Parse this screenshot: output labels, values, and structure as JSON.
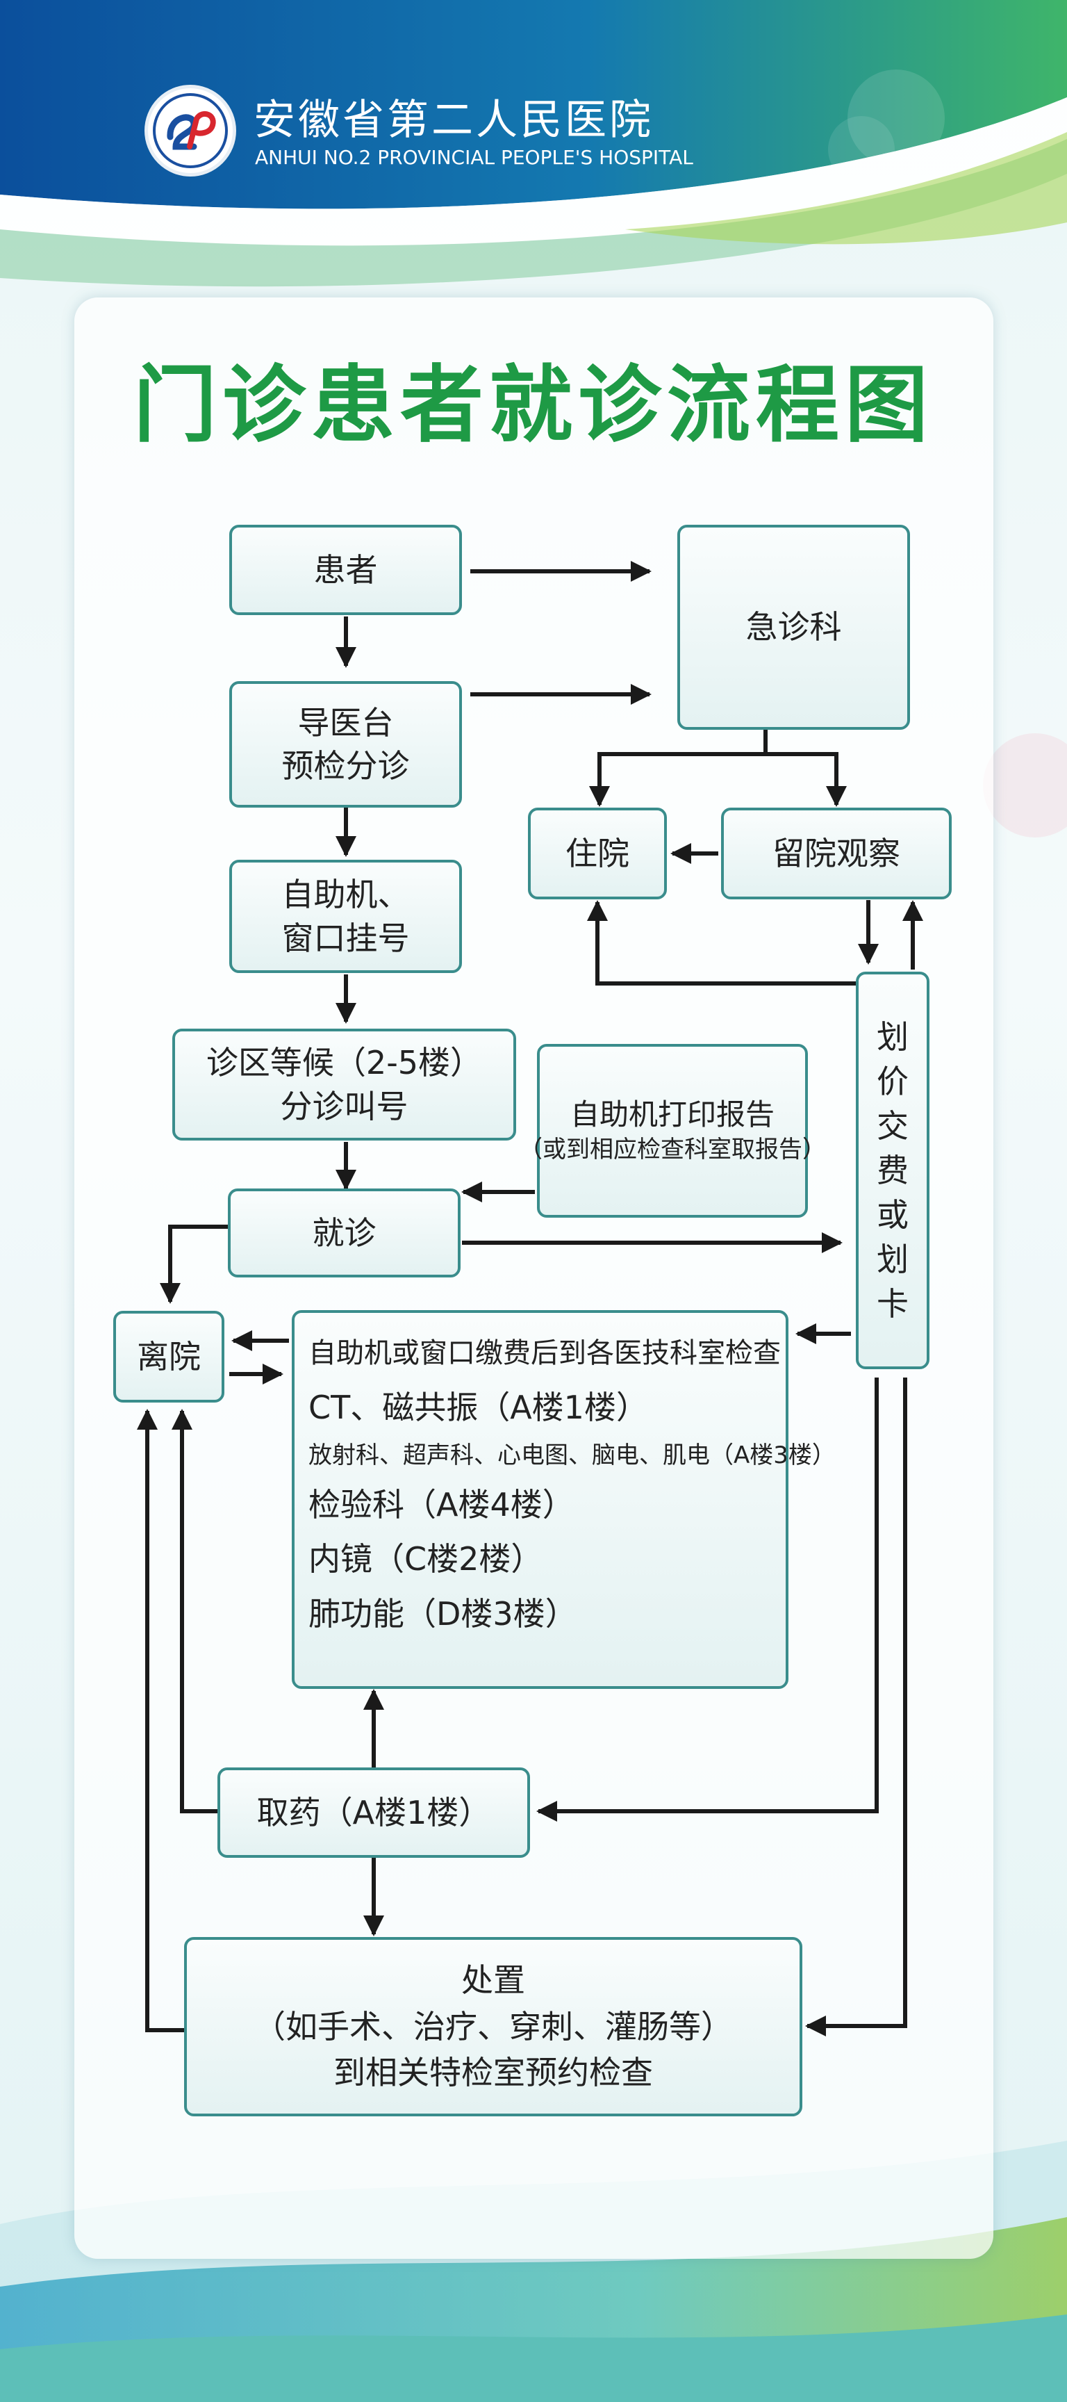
{
  "header": {
    "hospital_name": "安徽省第二人民医院",
    "hospital_name_en": "ANHUI NO.2 PROVINCIAL PEOPLE'S HOSPITAL"
  },
  "title": "门诊患者就诊流程图",
  "nodes": {
    "patient": "患者",
    "emergency": "急诊科",
    "triage": [
      "导医台",
      "预检分诊"
    ],
    "register": [
      "自助机、",
      "窗口挂号"
    ],
    "hospitalize": "住院",
    "observation": "留院观察",
    "waiting": [
      "诊区等候（2-5楼）",
      "分诊叫号"
    ],
    "report": [
      "自助机打印报告",
      "（或到相应检查科室取报告）"
    ],
    "visit": "就诊",
    "payment": "划价交费或划卡",
    "leave": "离院",
    "exams": {
      "heading": "自助机或窗口缴费后到各医技科室检查",
      "items": [
        "CT、磁共振（A楼1楼）",
        "放射科、超声科、心电图、脑电、肌电（A楼3楼）",
        "检验科（A楼4楼）",
        "内镜（C楼2楼）",
        "肺功能（D楼3楼）"
      ]
    },
    "pharmacy": "取药（A楼1楼）",
    "treatment": [
      "处置",
      "（如手术、治疗、穿刺、灌肠等）",
      "到相关特检室预约检查"
    ]
  },
  "colors": {
    "brand_green": "#1e9a45",
    "box_border": "#3a8d8c",
    "arrow": "#1a1a1a",
    "header_blue": "#0d5fa6"
  }
}
